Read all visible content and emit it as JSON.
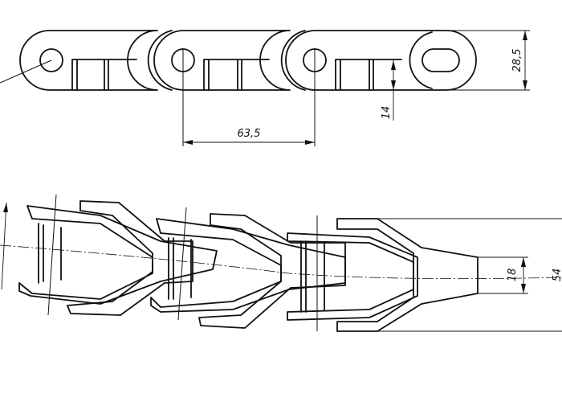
{
  "dimensions": {
    "height": "28,5",
    "plate_height": "14",
    "pitch": "63,5",
    "bore": "18",
    "width_cut": "54"
  },
  "colors": {
    "line": "#111111",
    "background": "#ffffff"
  }
}
